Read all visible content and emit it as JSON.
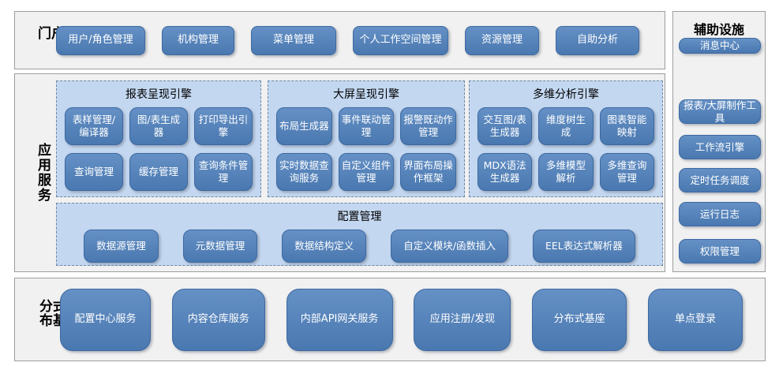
{
  "colors": {
    "node_fill": "#4f81bd",
    "node_border": "#3d69a2",
    "node_text": "#ffffff",
    "group_fill": "#c3d7f0",
    "group_border": "#6f87a6",
    "section_fill": "#f1f1f1",
    "section_border": "#9d9d9d",
    "label_text": "#000000"
  },
  "portal": {
    "label": "门户",
    "items": [
      "用户/角色管理",
      "机构管理",
      "菜单管理",
      "个人工作空间管理",
      "资源管理",
      "自助分析"
    ]
  },
  "app_services": {
    "label": "应用服务",
    "engines": [
      {
        "title": "报表呈现引擎",
        "items": [
          "表样管理/编译器",
          "图/表生成器",
          "打印导出引擎",
          "查询管理",
          "缓存管理",
          "查询条件管理"
        ]
      },
      {
        "title": "大屏呈现引擎",
        "items": [
          "布局生成器",
          "事件联动管理",
          "报警既动作管理",
          "实时数据查询服务",
          "自定义组件管理",
          "界面布局操作框架"
        ]
      },
      {
        "title": "多维分析引擎",
        "items": [
          "交互图/表生成器",
          "维度树生成",
          "图表智能映射",
          "MDX语法生成器",
          "多维模型解析",
          "多维查询管理"
        ]
      }
    ],
    "config": {
      "title": "配置管理",
      "items": [
        "数据源管理",
        "元数据管理",
        "数据结构定义",
        "自定义模块/函数插入",
        "EEL表达式解析器"
      ]
    }
  },
  "auxiliary": {
    "title": "辅助设施",
    "items": [
      "报表/大屏制作工具",
      "工作流引擎",
      "定时任务调度",
      "运行日志",
      "权限管理",
      "消息中心"
    ]
  },
  "distributed": {
    "label": "分布式基础",
    "items": [
      "配置中心服务",
      "内容仓库服务",
      "内部API网关服务",
      "应用注册/发现",
      "分布式基座",
      "单点登录"
    ]
  }
}
